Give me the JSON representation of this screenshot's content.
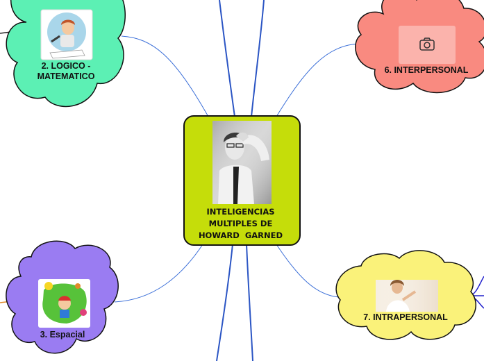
{
  "central": {
    "title_line1": "INTELIGENCIAS",
    "title_line2": "MULTIPLES DE",
    "title_line3": "HOWARD  GARNED",
    "fill": "#c5dd0a"
  },
  "nodes": {
    "logico": {
      "line1": "2. LOGICO -",
      "line2": "MATEMATICO",
      "fill": "#5cf0b4"
    },
    "interpersonal": {
      "label": "6. INTERPERSONAL",
      "fill": "#f98a80",
      "icon": "camera-icon"
    },
    "espacial": {
      "label": "3. Espacial",
      "fill": "#9a7cf2"
    },
    "intrapersonal": {
      "label": "7. INTRAPERSONAL",
      "fill": "#faf27a"
    }
  },
  "colors": {
    "connector": "#3b6fd8",
    "outline": "#111111"
  }
}
